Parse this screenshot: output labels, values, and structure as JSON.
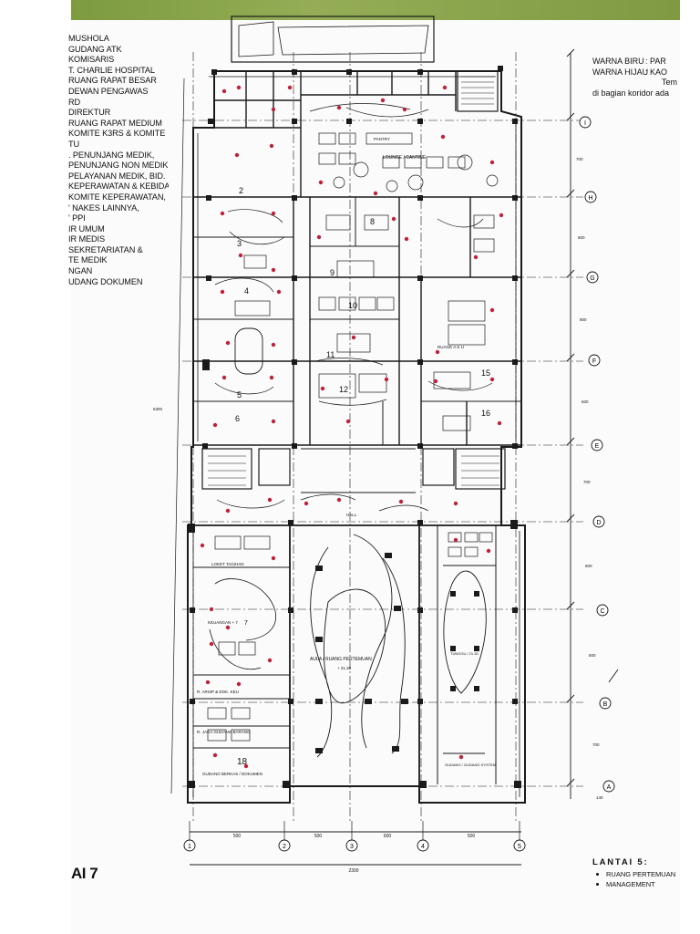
{
  "legend_items": [
    "MUSHOLA",
    "GUDANG ATK",
    "KOMISARIS",
    "T. CHARLIE HOSPITAL",
    "RUANG RAPAT BESAR",
    "DEWAN PENGAWAS",
    "RD",
    "DIREKTUR",
    "RUANG RAPAT MEDIUM",
    "KOMITE K3RS & KOMITE",
    "TU",
    ". PENUNJANG MEDIK,",
    "PENUNJANG NON MEDIK,",
    "PELAYANAN MEDIK, BID.",
    "KEPERAWATAN & KEBIDANAN",
    "KOMITE KEPERAWATAN,",
    "' NAKES LAINNYA,",
    "' PPI",
    "IR UMUM",
    "IR MEDIS",
    "SEKRETARIATAN &",
    "",
    "TE MEDIK",
    "NGAN",
    "UDANG DOKUMEN"
  ],
  "color_notes": [
    {
      "label": "WARNA BIRU",
      "value": ": PAR"
    },
    {
      "label": "WARNA HIJAU",
      "value": ": KAO"
    },
    {
      "label": "",
      "value": "Tem"
    },
    {
      "label": "di bagian koridor ada",
      "value": ""
    }
  ],
  "sheet_code": "AI 7",
  "floor": {
    "title": "LANTAI 5:",
    "items": [
      "RUANG PERTEMUAN",
      "MANAGEMENT"
    ]
  },
  "plan": {
    "room_numbers": [
      "2",
      "3",
      "4",
      "5",
      "6",
      "7",
      "8",
      "9",
      "10",
      "11",
      "12",
      "15",
      "16",
      "18"
    ],
    "room_labels": {
      "lounge": "LOUNGE / CANTINE",
      "pantry": "PANTRY",
      "aula": "AULA / RUANG PERTEMUAN",
      "aula_level": "+ 21.30",
      "loket": "LOKET TAGIHAN",
      "keuangan": "KEUANGAN + 7",
      "arsip": "R. ARSIP & DOK. KEU",
      "gudang_barang": "R. JAGA GUDANG BARANG",
      "gudang_berkas": "GUDANG BERKAS / DOKUMEN",
      "hall": "HALL",
      "ruang_aku": "RUANG A.K.U",
      "ruang_kanan": "TUNGGU / 21.30",
      "gudang_kecil": "GUDANG / GUDANG SYSTEM"
    },
    "grid_bubbles_vertical": [
      "I",
      "H",
      "G",
      "F",
      "E",
      "D",
      "C",
      "B",
      "A"
    ],
    "grid_bubbles_horizontal": [
      "1",
      "2",
      "3",
      "4",
      "5"
    ],
    "dim_horizontal": [
      "500",
      "500",
      "600",
      "500"
    ],
    "dim_total": "2300",
    "dim_vertical": [
      "700",
      "600",
      "800",
      "600",
      "700",
      "600",
      "500",
      "700",
      "140"
    ],
    "dim_left_total": "6300"
  },
  "colors": {
    "lines": "#1a1a1a",
    "lamp_marks": "#c0203a",
    "scan_strip": "#7d9b3f"
  }
}
